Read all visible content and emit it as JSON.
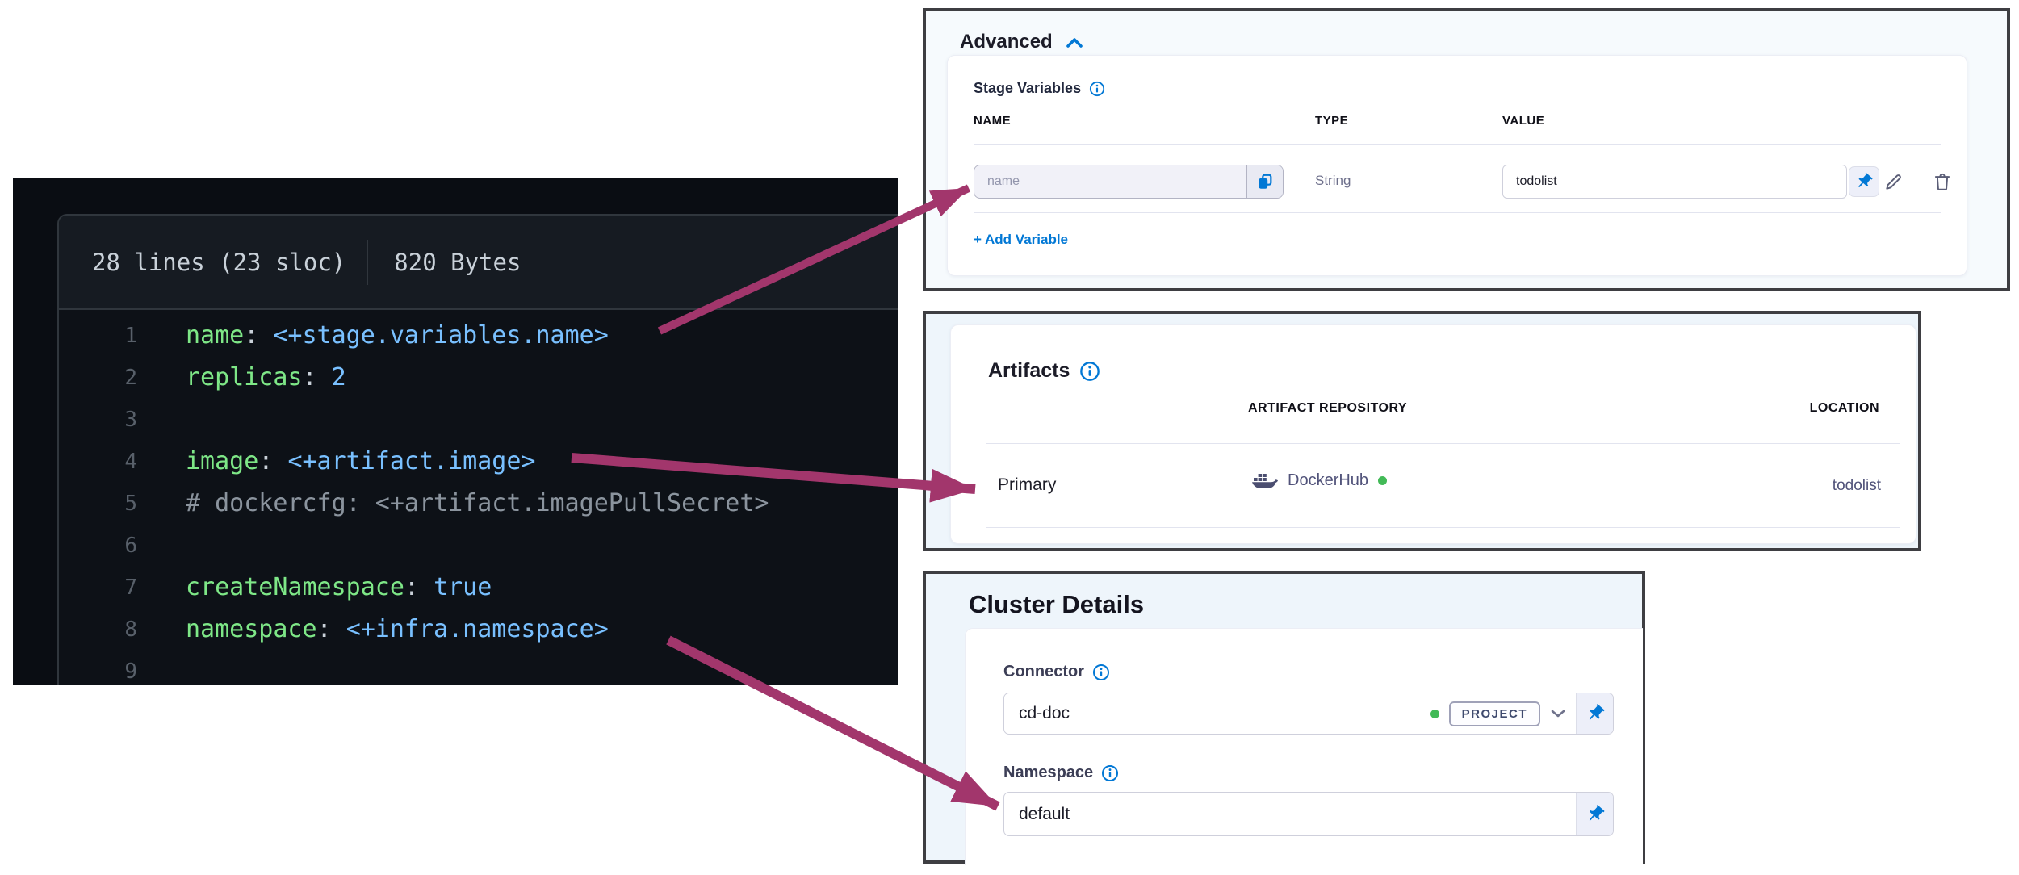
{
  "code_panel": {
    "meta": {
      "lines_info": "28 lines (23 sloc)",
      "size_info": "820 Bytes"
    },
    "lines": [
      {
        "num": "1",
        "key": "name",
        "sep": ": ",
        "value": "<+stage.variables.name>"
      },
      {
        "num": "2",
        "key": "replicas",
        "sep": ": ",
        "value": "2"
      },
      {
        "num": "3"
      },
      {
        "num": "4",
        "key": "image",
        "sep": ": ",
        "value": "<+artifact.image>"
      },
      {
        "num": "5",
        "comment": "# dockercfg: <+artifact.imagePullSecret>"
      },
      {
        "num": "6"
      },
      {
        "num": "7",
        "key": "createNamespace",
        "sep": ": ",
        "value": "true"
      },
      {
        "num": "8",
        "key": "namespace",
        "sep": ": ",
        "value": "<+infra.namespace>"
      },
      {
        "num": "9"
      }
    ]
  },
  "advanced": {
    "title": "Advanced",
    "section_label": "Stage Variables",
    "columns": {
      "name": "NAME",
      "type": "TYPE",
      "value": "VALUE"
    },
    "row": {
      "name_placeholder": "name",
      "type": "String",
      "value": "todolist"
    },
    "add_variable_label": "+ Add Variable"
  },
  "artifacts": {
    "title": "Artifacts",
    "columns": {
      "repository": "ARTIFACT REPOSITORY",
      "location": "LOCATION"
    },
    "row": {
      "label": "Primary",
      "repository": "DockerHub",
      "location": "todolist"
    }
  },
  "cluster": {
    "title": "Cluster Details",
    "connector_label": "Connector",
    "connector_value": "cd-doc",
    "scope_badge": "PROJECT",
    "namespace_label": "Namespace",
    "namespace_value": "default"
  },
  "icons": {
    "collapse": "chevron-up-icon",
    "info": "info-icon",
    "copy": "copy-icon",
    "pin": "pin-icon",
    "edit": "pencil-icon",
    "delete": "trash-icon",
    "repository": "docker-whale-icon",
    "scope_dropdown": "chevron-down-icon",
    "status": "green-dot"
  },
  "colors": {
    "accent_blue": "#0278d5",
    "arrow_magenta": "#a2366c",
    "code_key_green": "#7ee787",
    "code_value_blue": "#79c0ff",
    "status_green": "#42ba57",
    "code_bg": "#0d1117"
  }
}
